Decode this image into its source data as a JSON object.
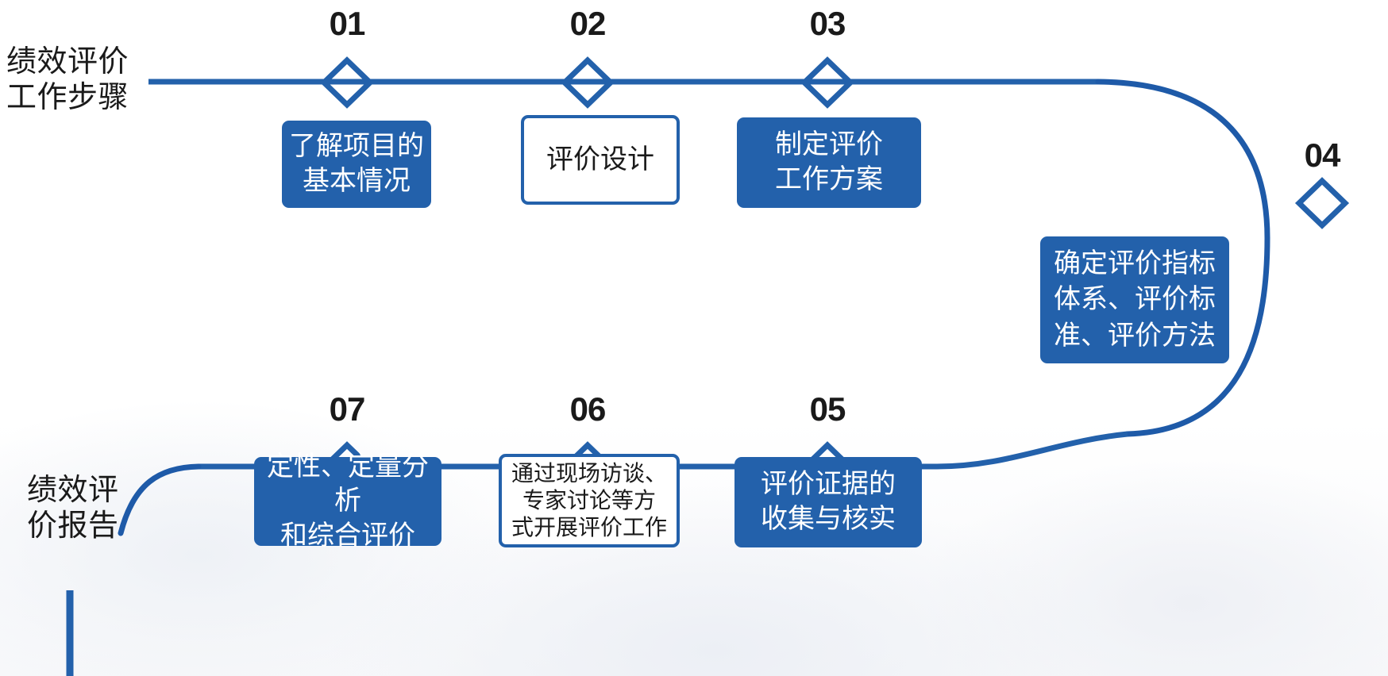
{
  "theme": {
    "accent": "#2361ab",
    "line": "#2361ab",
    "text_dark": "#1a1a1a",
    "text_light": "#ffffff",
    "background": "#ffffff"
  },
  "side_labels": {
    "top": "绩效评价\n工作步骤",
    "bottom": "绩效评\n价报告"
  },
  "chart_data": {
    "type": "diagram",
    "title": "绩效评价工作步骤",
    "layout": "serpentine-timeline",
    "rows": [
      {
        "name": "top-track",
        "direction": "left-to-right",
        "steps": [
          "01",
          "02",
          "03",
          "04"
        ]
      },
      {
        "name": "bottom-track",
        "direction": "right-to-left",
        "steps": [
          "05",
          "06",
          "07"
        ]
      }
    ]
  },
  "steps": [
    {
      "number": "01",
      "text": "了解项目的\n基本情况",
      "style": "filled",
      "row": "top",
      "marker": "diamond-node"
    },
    {
      "number": "02",
      "text": "评价设计",
      "style": "outline",
      "row": "top",
      "marker": "diamond-node"
    },
    {
      "number": "03",
      "text": "制定评价\n工作方案",
      "style": "filled",
      "row": "top",
      "marker": "diamond-node"
    },
    {
      "number": "04",
      "text": "确定评价指标\n体系、评价标\n准、评价方法",
      "style": "filled",
      "row": "right-turn",
      "marker": "diamond-node"
    },
    {
      "number": "05",
      "text": "评价证据的\n收集与核实",
      "style": "filled",
      "row": "bottom",
      "marker": "diamond-node"
    },
    {
      "number": "06",
      "text": "通过现场访谈、\n专家讨论等方\n式开展评价工作",
      "style": "outline",
      "row": "bottom",
      "marker": "diamond-node"
    },
    {
      "number": "07",
      "text": "定性、定量分析\n和综合评价",
      "style": "filled",
      "row": "bottom",
      "marker": "diamond-node"
    }
  ]
}
